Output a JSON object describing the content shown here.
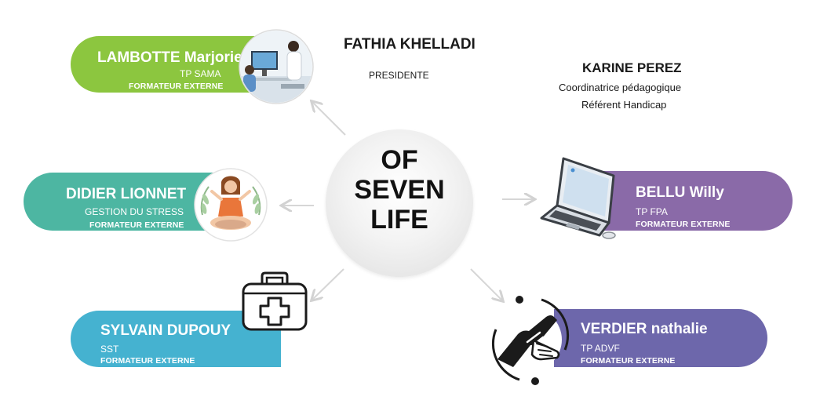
{
  "center": {
    "title": "OF\nSEVEN\nLIFE"
  },
  "top": {
    "president_name": "FATHIA KHELLADI",
    "president_role": "PRESIDENTE",
    "coordinator_name": "KARINE PEREZ",
    "coordinator_role1": "Coordinatrice pédagogique",
    "coordinator_role2": "Référent Handicap"
  },
  "members": [
    {
      "name": "LAMBOTTE Marjorie",
      "role": "TP SAMA",
      "extra": "FORMATEUR EXTERNE",
      "color": "#8cc63f",
      "icon": "medical-office-photo-icon"
    },
    {
      "name": "DIDIER  LIONNET",
      "role": "GESTION DU STRESS",
      "extra": "FORMATEUR EXTERNE",
      "color": "#4db6a2",
      "icon": "meditation-icon"
    },
    {
      "name": "SYLVAIN DUPOUY",
      "role": "SST",
      "extra": "FORMATEUR EXTERNE",
      "color": "#45b2d0",
      "icon": "first-aid-kit-icon"
    },
    {
      "name": "BELLU Willy",
      "role": "TP FPA",
      "extra": "FORMATEUR EXTERNE",
      "color": "#8a6aa8",
      "icon": "laptop-icon"
    },
    {
      "name": "VERDIER nathalie",
      "role": "TP ADVF",
      "extra": "FORMATEUR EXTERNE",
      "color": "#6d67ab",
      "icon": "helping-hands-icon"
    }
  ],
  "colors": {
    "arrow": "#d6d6d6",
    "text": "#1a1a1a"
  }
}
